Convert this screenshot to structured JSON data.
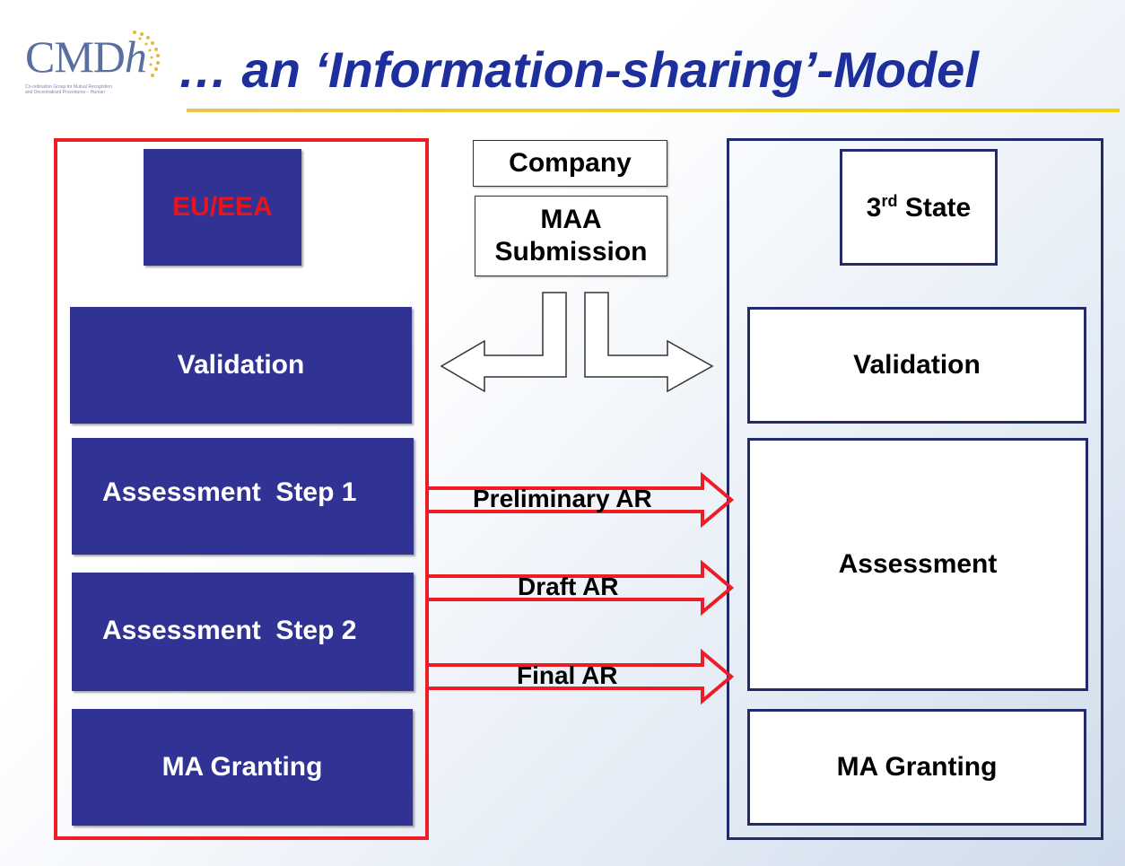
{
  "logo": {
    "text_main": "CMD",
    "text_italic": "h",
    "subtitle_line1": "Co-ordination Group for Mutual Recognition",
    "subtitle_line2": "and Decentralised Procedures – Human"
  },
  "title": "… an ‘Information-sharing’-Model",
  "colors": {
    "navy": "#303393",
    "red": "#ee1c24",
    "title_blue": "#1c2f9c",
    "rule_yellow": "#f2d200"
  },
  "left_panel": {
    "header": "EU/EEA",
    "steps": [
      "Validation",
      "Assessment  Step 1",
      "Assessment  Step 2",
      "MA Granting"
    ]
  },
  "center": {
    "company": "Company",
    "maa_line1": "MAA",
    "maa_line2": "Submission"
  },
  "right_panel": {
    "header_prefix": "3",
    "header_sup": "rd",
    "header_suffix": " State",
    "steps": [
      "Validation",
      "Assessment",
      "MA Granting"
    ]
  },
  "arrows": {
    "labels": [
      "Preliminary AR",
      "Draft AR",
      "Final AR"
    ]
  }
}
